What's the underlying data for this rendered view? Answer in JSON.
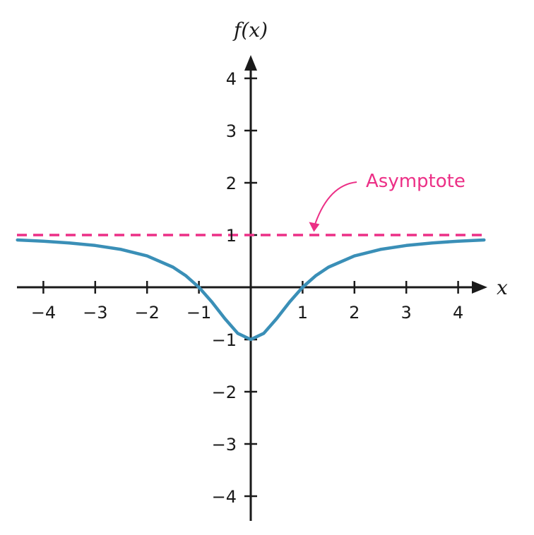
{
  "chart_data": {
    "type": "line",
    "xlabel": "x",
    "ylabel": "f(x)",
    "xlim": [
      -4.5,
      4.5
    ],
    "ylim": [
      -4.5,
      4.4
    ],
    "x_ticks": [
      -4,
      -3,
      -2,
      -1,
      1,
      2,
      3,
      4
    ],
    "y_ticks": [
      -4,
      -3,
      -2,
      -1,
      1,
      2,
      3,
      4
    ],
    "x_tick_labels": [
      "−4",
      "−3",
      "−2",
      "−1",
      "1",
      "2",
      "3",
      "4"
    ],
    "y_tick_labels": [
      "−4",
      "−3",
      "−2",
      "−1",
      "1",
      "2",
      "3",
      "4"
    ],
    "grid": false,
    "series": [
      {
        "color": "#3a8fb7",
        "x": [
          -4.5,
          -4,
          -3.5,
          -3,
          -2.5,
          -2,
          -1.5,
          -1.25,
          -1,
          -0.75,
          -0.5,
          -0.25,
          0,
          0.25,
          0.5,
          0.75,
          1,
          1.25,
          1.5,
          2,
          2.5,
          3,
          3.5,
          4,
          4.5
        ],
        "y": [
          0.906,
          0.882,
          0.849,
          0.8,
          0.724,
          0.6,
          0.385,
          0.219,
          0.0,
          -0.28,
          -0.6,
          -0.882,
          -1.0,
          -0.882,
          -0.6,
          -0.28,
          0.0,
          0.219,
          0.385,
          0.6,
          0.724,
          0.8,
          0.849,
          0.882,
          0.906
        ]
      }
    ],
    "asymptote": {
      "y": 1,
      "color": "#ec2f86",
      "style": "dashed"
    },
    "annotations": [
      {
        "text": "Asymptote",
        "color": "#ec2f86",
        "points_to_x": 1.3,
        "points_to_y": 1.25
      }
    ]
  }
}
